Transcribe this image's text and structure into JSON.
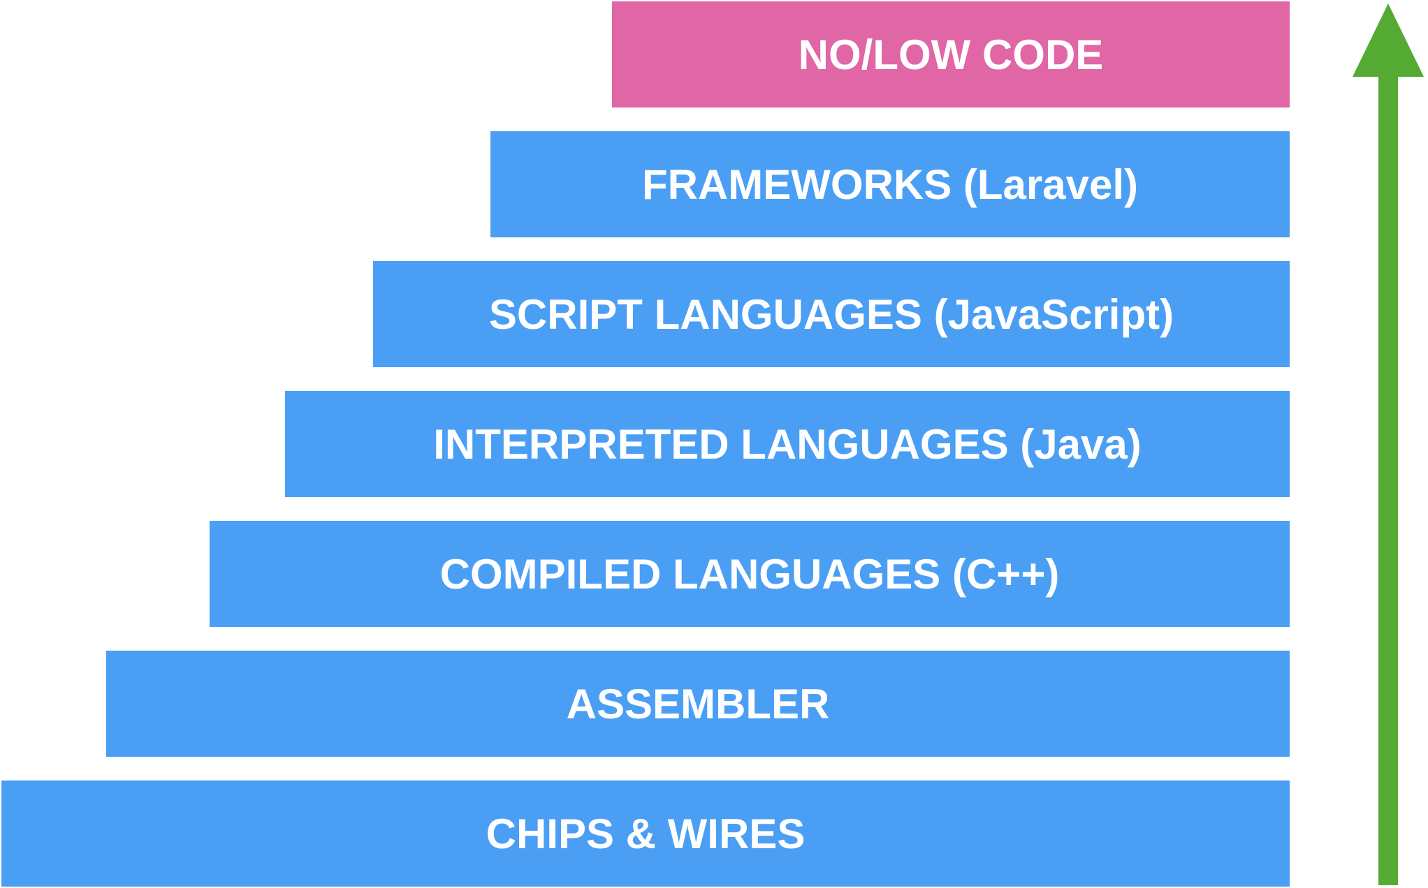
{
  "diagram": {
    "layers": [
      {
        "label": "NO/LOW CODE",
        "color": "#E066A6"
      },
      {
        "label": "FRAMEWORKS (Laravel)",
        "color": "#4A9FF5"
      },
      {
        "label": "SCRIPT LANGUAGES (JavaScript)",
        "color": "#4A9FF5"
      },
      {
        "label": "INTERPRETED LANGUAGES (Java)",
        "color": "#4A9FF5"
      },
      {
        "label": "COMPILED LANGUAGES (C++)",
        "color": "#4A9FF5"
      },
      {
        "label": "ASSEMBLER",
        "color": "#4A9FF5"
      },
      {
        "label": "CHIPS & WIRES",
        "color": "#4A9FF5"
      }
    ],
    "arrow": {
      "direction": "up",
      "color": "#55AA33"
    }
  }
}
